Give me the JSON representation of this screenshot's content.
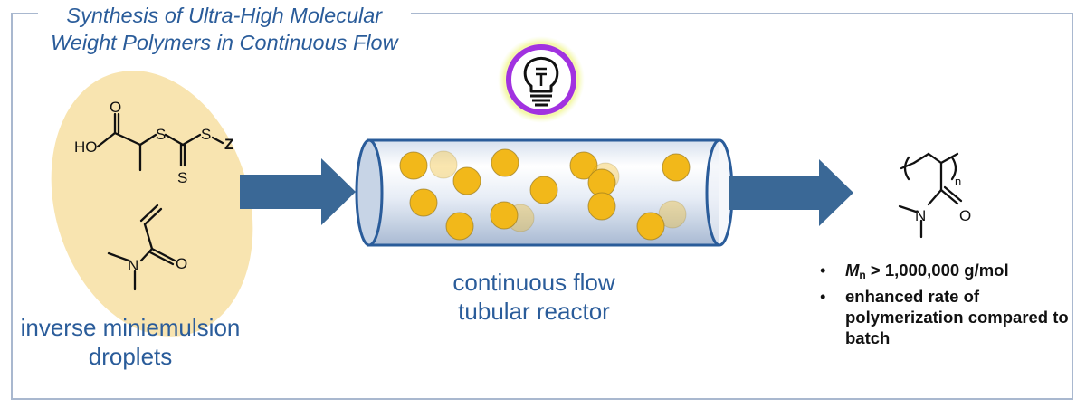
{
  "title": {
    "line1": "Synthesis of Ultra-High Molecular",
    "line2": "Weight Polymers in Continuous Flow"
  },
  "left": {
    "caption_line1": "inverse miniemulsion",
    "caption_line2": "droplets",
    "raft_atoms": {
      "ho": "HO",
      "o": "O",
      "s1": "S",
      "s2": "S",
      "s3": "S",
      "z": "Z"
    },
    "monomer_atoms": {
      "n": "N",
      "o": "O"
    }
  },
  "middle": {
    "caption_line1": "continuous flow",
    "caption_line2": "tubular reactor",
    "icon": "light-bulb-icon"
  },
  "right": {
    "polymer_atoms": {
      "n": "N",
      "o": "O",
      "repeat": "n"
    },
    "bullets": [
      {
        "symbol": "M",
        "subscript": "n",
        "text": " > 1,000,000 g/mol"
      },
      {
        "text": "enhanced rate of polymerization compared to batch"
      }
    ]
  },
  "colors": {
    "title_blue": "#2a5c9a",
    "arrow_blue": "#3a6896",
    "droplet_fill": "#f8e4b0",
    "bead_yellow": "#f2b81a",
    "bulb_ring": "#a132e0",
    "frame": "#a9b8cf"
  }
}
